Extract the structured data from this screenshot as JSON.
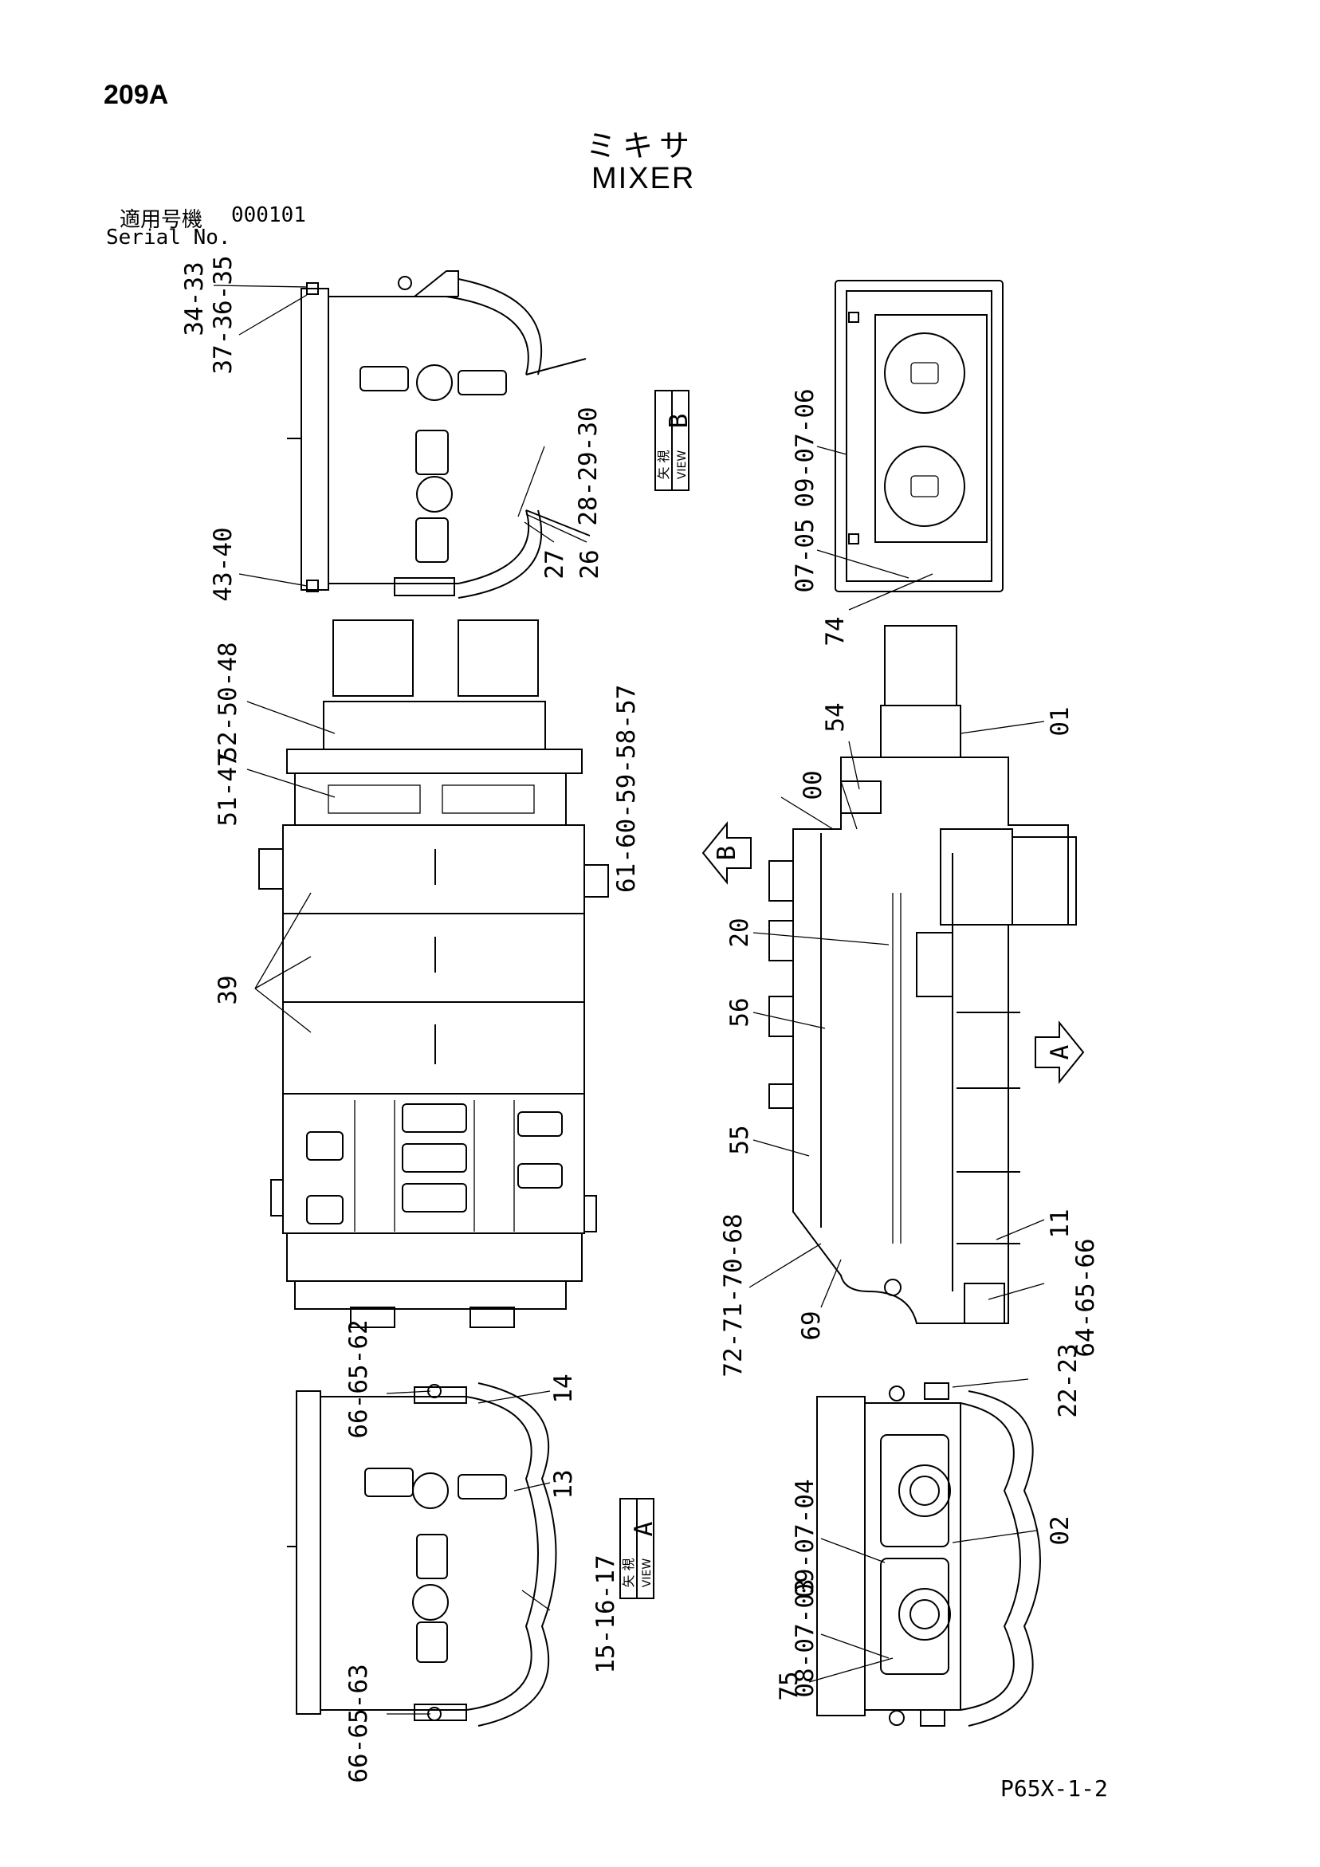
{
  "header": {
    "page_number": "209A",
    "title_jp": "ミキサ",
    "title_en": "MIXER",
    "serial_label_jp": "適用号機",
    "serial_value": "000101",
    "serial_label_en": "Serial No."
  },
  "footer": {
    "drawing_code": "P65X-1-2"
  },
  "view_markers": {
    "view_b": {
      "letter": "B",
      "jp": "矢 視",
      "en": "VIEW"
    },
    "view_a": {
      "letter": "A",
      "jp": "矢 視",
      "en": "VIEW"
    },
    "arrow_b": "B",
    "arrow_a": "A"
  },
  "callouts": {
    "c_34_33": "34-33",
    "c_37_36_35": "37-36-35",
    "c_43_40": "43-40",
    "c_28_29_30": "28-29-30",
    "c_27": "27",
    "c_26": "26",
    "c_09_07_06_top": "09-07-06",
    "c_07_05": "07-05",
    "c_74": "74",
    "c_52_50_48": "52-50-48",
    "c_51_47": "51-47",
    "c_39": "39",
    "c_61_60_59_58_57": "61-60-59-58-57",
    "c_00": "00",
    "c_54": "54",
    "c_01": "01",
    "c_20": "20",
    "c_56": "56",
    "c_55": "55",
    "c_11": "11",
    "c_72_71_70_68": "72-71-70-68",
    "c_69": "69",
    "c_64_65_66": "64-65-66",
    "c_66_65_62": "66-65-62",
    "c_14": "14",
    "c_13": "13",
    "c_15_16_17": "15-16-17",
    "c_66_65_63": "66-65-63",
    "c_22_23": "22-23",
    "c_02": "02",
    "c_09_07_04": "09-07-04",
    "c_08_07_03": "08-07-03",
    "c_75": "75"
  }
}
